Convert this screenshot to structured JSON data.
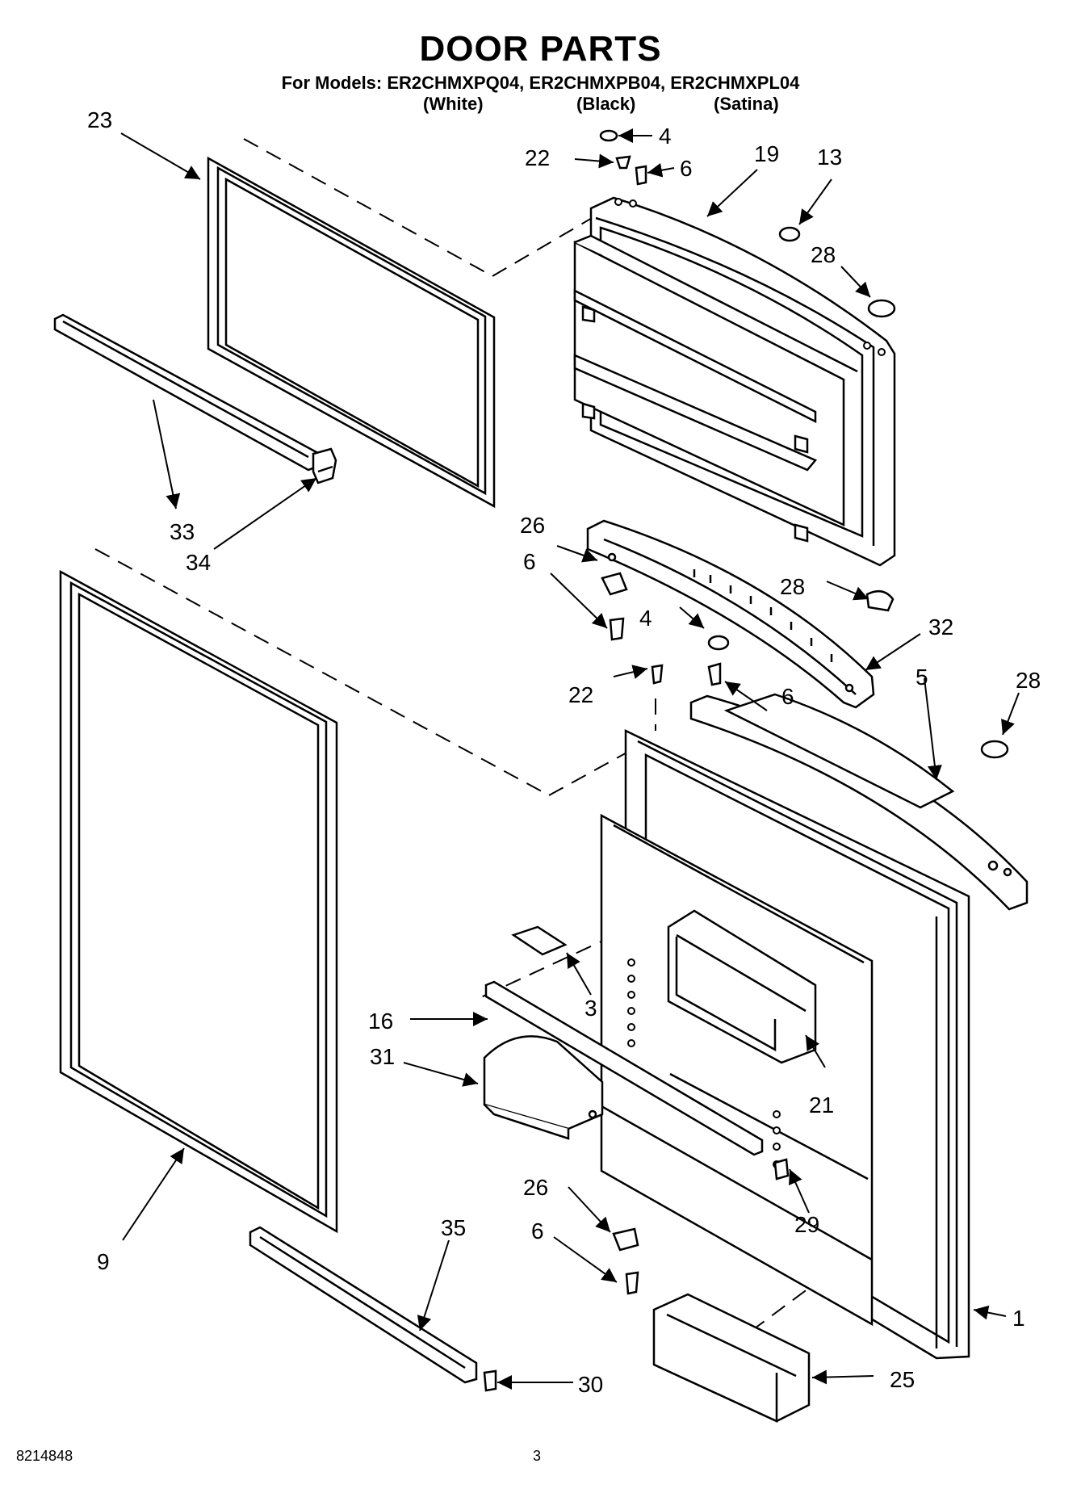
{
  "header": {
    "title": "DOOR PARTS",
    "models_line": "For Models: ER2CHMXPQ04, ER2CHMXPB04, ER2CHMXPL04",
    "variants": [
      "(White)",
      "(Black)",
      "(Satina)"
    ]
  },
  "callouts": {
    "c1": "1",
    "c3": "3",
    "c4a": "4",
    "c4b": "4",
    "c5": "5",
    "c6a": "6",
    "c6b": "6",
    "c6c": "6",
    "c6d": "6",
    "c9": "9",
    "c13": "13",
    "c16": "16",
    "c19": "19",
    "c21": "21",
    "c22a": "22",
    "c22b": "22",
    "c23": "23",
    "c25": "25",
    "c26a": "26",
    "c26b": "26",
    "c28a": "28",
    "c28b": "28",
    "c28c": "28",
    "c29": "29",
    "c30": "30",
    "c31": "31",
    "c32": "32",
    "c33": "33",
    "c34": "34",
    "c35": "35"
  },
  "footer": {
    "part_number": "8214848",
    "page_number": "3"
  }
}
